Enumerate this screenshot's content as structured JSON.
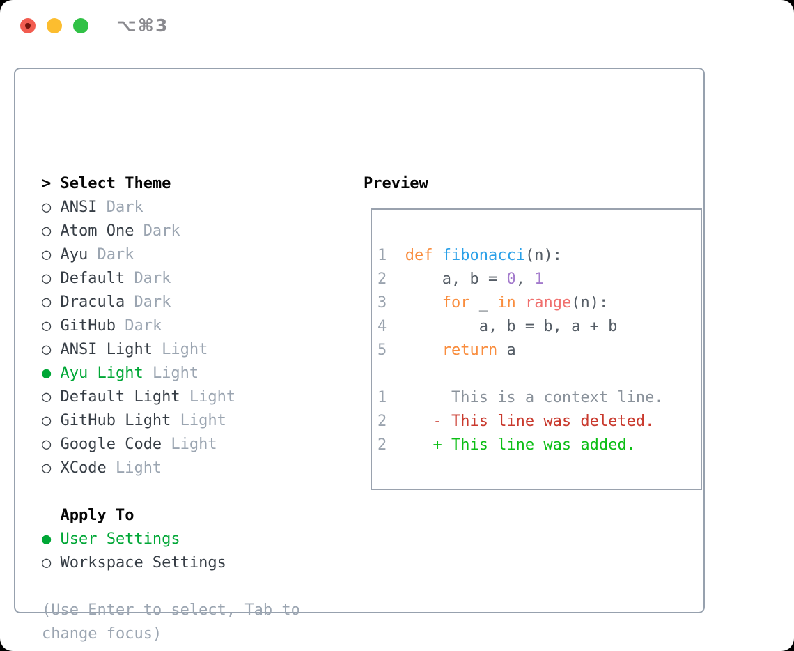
{
  "titlebar": {
    "shortcut": "⌥⌘3"
  },
  "icons": {
    "radio_unselected": "○",
    "radio_selected": "●",
    "cursor": ">"
  },
  "panel": {
    "select_theme_header": "Select Theme",
    "themes": [
      {
        "name": "ANSI",
        "variant": "Dark",
        "selected": false
      },
      {
        "name": "Atom One",
        "variant": "Dark",
        "selected": false
      },
      {
        "name": "Ayu",
        "variant": "Dark",
        "selected": false
      },
      {
        "name": "Default",
        "variant": "Dark",
        "selected": false
      },
      {
        "name": "Dracula",
        "variant": "Dark",
        "selected": false
      },
      {
        "name": "GitHub",
        "variant": "Dark",
        "selected": false
      },
      {
        "name": "ANSI Light",
        "variant": "Light",
        "selected": false
      },
      {
        "name": "Ayu Light",
        "variant": "Light",
        "selected": true
      },
      {
        "name": "Default Light",
        "variant": "Light",
        "selected": false
      },
      {
        "name": "GitHub Light",
        "variant": "Light",
        "selected": false
      },
      {
        "name": "Google Code",
        "variant": "Light",
        "selected": false
      },
      {
        "name": "XCode",
        "variant": "Light",
        "selected": false
      }
    ],
    "apply_to_header": "Apply To",
    "apply_options": [
      {
        "name": "User Settings",
        "selected": true
      },
      {
        "name": "Workspace Settings",
        "selected": false
      }
    ],
    "hint_line1": "(Use Enter to select, Tab to",
    "hint_line2": "change focus)"
  },
  "preview": {
    "header": "Preview",
    "code_lines": [
      [
        {
          "c": "ln",
          "t": "1"
        },
        {
          "c": "pl",
          "t": "  "
        },
        {
          "c": "kw",
          "t": "def"
        },
        {
          "c": "pl",
          "t": " "
        },
        {
          "c": "fn",
          "t": "fibonacci"
        },
        {
          "c": "pl",
          "t": "(n):"
        }
      ],
      [
        {
          "c": "ln",
          "t": "2"
        },
        {
          "c": "pl",
          "t": "      a, b = "
        },
        {
          "c": "num",
          "t": "0"
        },
        {
          "c": "pl",
          "t": ", "
        },
        {
          "c": "num",
          "t": "1"
        }
      ],
      [
        {
          "c": "ln",
          "t": "3"
        },
        {
          "c": "pl",
          "t": "      "
        },
        {
          "c": "kw",
          "t": "for"
        },
        {
          "c": "pl",
          "t": " _ "
        },
        {
          "c": "kw",
          "t": "in"
        },
        {
          "c": "pl",
          "t": " "
        },
        {
          "c": "call",
          "t": "range"
        },
        {
          "c": "pl",
          "t": "(n):"
        }
      ],
      [
        {
          "c": "ln",
          "t": "4"
        },
        {
          "c": "pl",
          "t": "          a, b = b, a + b"
        }
      ],
      [
        {
          "c": "ln",
          "t": "5"
        },
        {
          "c": "pl",
          "t": "      "
        },
        {
          "c": "kw",
          "t": "return"
        },
        {
          "c": "pl",
          "t": " a"
        }
      ],
      [],
      [
        {
          "c": "ln",
          "t": "1"
        },
        {
          "c": "ctx",
          "t": "       This is a context line."
        }
      ],
      [
        {
          "c": "ln",
          "t": "2"
        },
        {
          "c": "del",
          "t": "     - This line was deleted."
        }
      ],
      [
        {
          "c": "ln",
          "t": "2"
        },
        {
          "c": "add",
          "t": "     + This line was added."
        }
      ]
    ]
  },
  "colors": {
    "selection_green": "#00a736",
    "added_green": "#0cbe15",
    "deleted_red": "#c93a2e",
    "keyword_orange": "#f98d3e",
    "function_blue": "#2aa0e8",
    "number_purple": "#a37acc",
    "builtin_coral": "#f0706e",
    "code_text": "#555d66",
    "line_number_gray": "#9aa3ae",
    "tag_gray": "#9ba5b1",
    "traffic_red": "#f25c50",
    "traffic_yellow": "#fcbd2f",
    "traffic_green": "#31c146"
  }
}
